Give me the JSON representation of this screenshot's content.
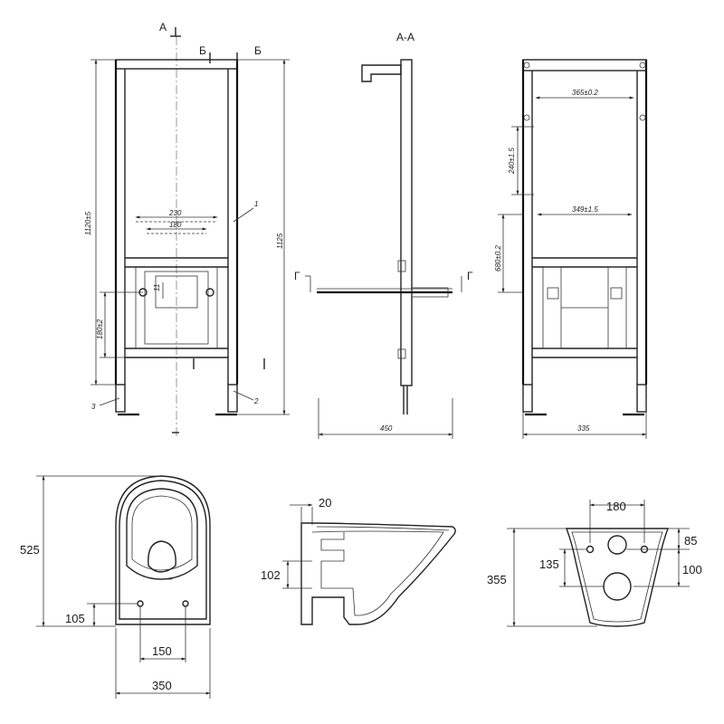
{
  "section_marks": {
    "a": "А",
    "b": "Б",
    "g": "Г",
    "section_aa": "А-А"
  },
  "frame_front": {
    "dim_total_height": "1120±5",
    "dim_overall": "1125",
    "dim_230": "230",
    "dim_180": "180",
    "dim_11": "11",
    "dim_lower": "180±2",
    "callout_1": "1",
    "callout_2": "2",
    "callout_3": "3"
  },
  "frame_side": {
    "dim_width": "450"
  },
  "frame_rear": {
    "dim_top": "365±0.2",
    "dim_mid": "349±1.5",
    "dim_left": "240±1.5",
    "dim_height": "680±0.2",
    "dim_width": "335"
  },
  "bowl_top": {
    "dim_525": "525",
    "dim_105": "105",
    "dim_150": "150",
    "dim_350": "350"
  },
  "bowl_side": {
    "dim_20": "20",
    "dim_102": "102"
  },
  "bowl_rear": {
    "dim_180": "180",
    "dim_85": "85",
    "dim_135": "135",
    "dim_355": "355",
    "dim_100": "100"
  }
}
